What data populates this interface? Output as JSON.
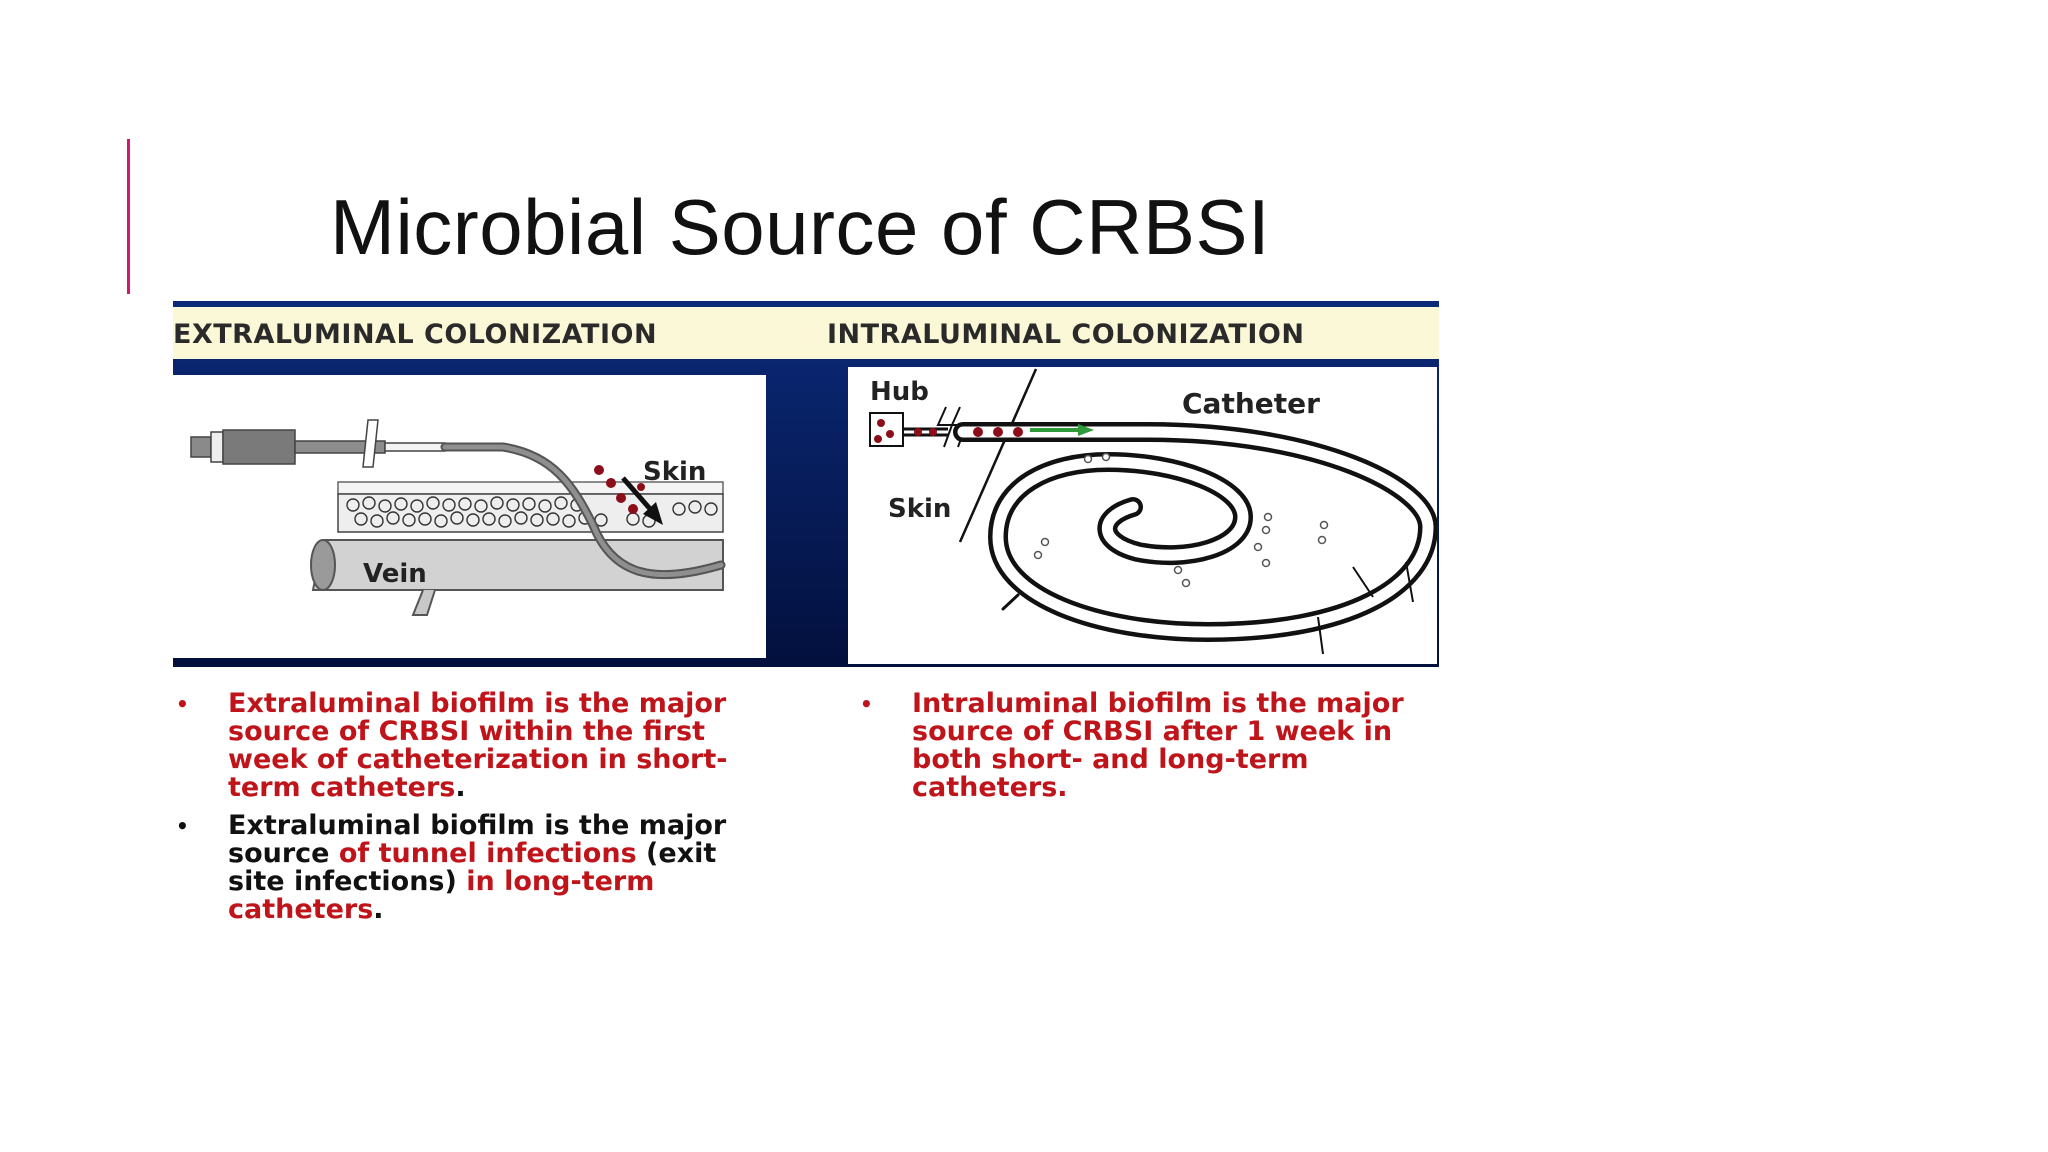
{
  "slide": {
    "title": "Microbial Source of CRBSI"
  },
  "figure": {
    "left_header": "EXTRALUMINAL COLONIZATION",
    "right_header": "INTRALUMINAL COLONIZATION",
    "left_labels": {
      "skin": "Skin",
      "vein": "Vein"
    },
    "right_labels": {
      "hub": "Hub",
      "catheter": "Catheter",
      "skin": "Skin"
    }
  },
  "bullets_left": [
    {
      "segments": [
        {
          "text": "Extraluminal biofilm is the major source of CRBSI within the first week of catheterization in short-term catheters",
          "color": "red"
        },
        {
          "text": ".",
          "color": "black"
        }
      ]
    },
    {
      "segments": [
        {
          "text": "Extraluminal biofilm is the major source ",
          "color": "black"
        },
        {
          "text": "of tunnel infections",
          "color": "red"
        },
        {
          "text": " (exit site infections) ",
          "color": "black"
        },
        {
          "text": "in long-term catheters",
          "color": "red"
        },
        {
          "text": ".",
          "color": "black"
        }
      ]
    }
  ],
  "bullets_right": [
    {
      "segments": [
        {
          "text": "Intraluminal biofilm is the major source of CRBSI after 1 week in both short- and long-term catheters.",
          "color": "red"
        }
      ]
    }
  ],
  "colors": {
    "accent": "#d4176e",
    "bullet_red": "#c0141b",
    "figure_blue": "#0b2a78",
    "header_cream": "#fbf8d8",
    "bacteria": "#8b0e1a"
  }
}
